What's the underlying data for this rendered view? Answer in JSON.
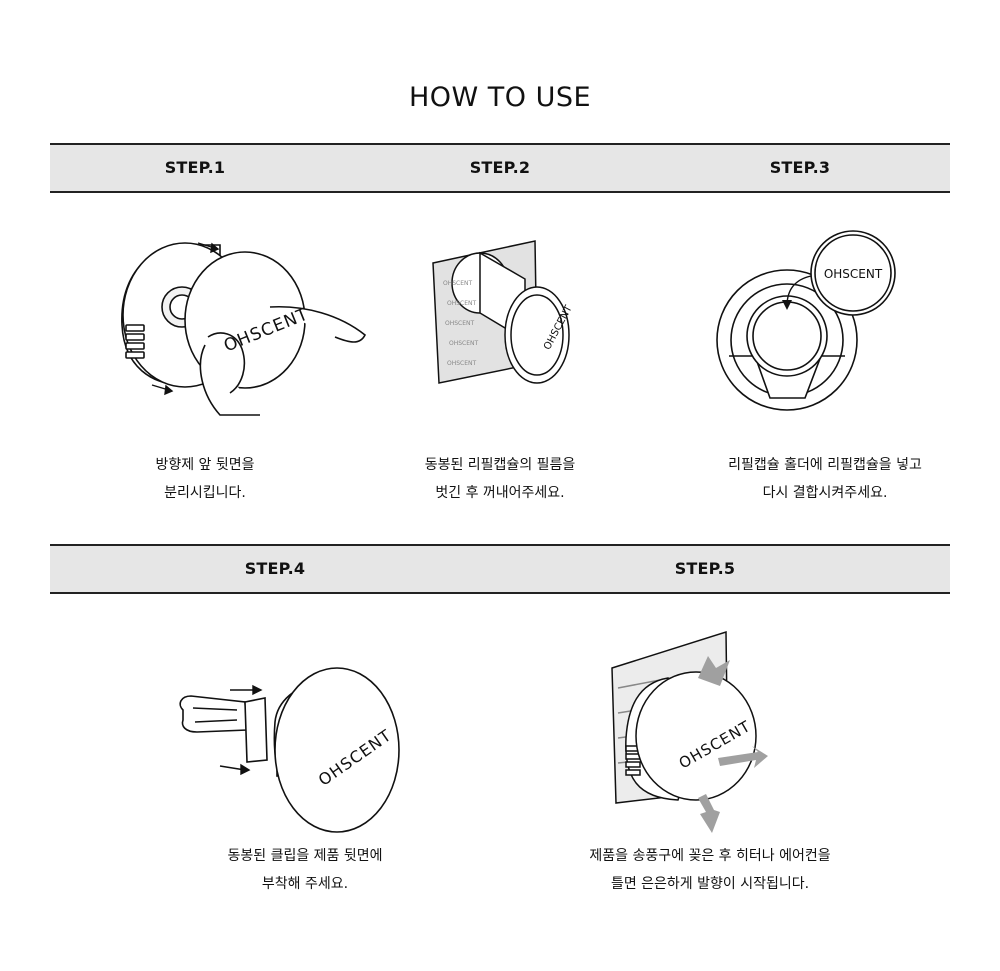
{
  "title": "HOW TO USE",
  "steps": [
    {
      "label": "STEP.1",
      "lines": [
        "방향제 앞 뒷면을",
        "분리시킵니다."
      ],
      "brand": "OHSCENT"
    },
    {
      "label": "STEP.2",
      "lines": [
        "동봉된 리필캡슐의 필름을",
        "벗긴 후 꺼내어주세요."
      ],
      "brand": "OHSCENT"
    },
    {
      "label": "STEP.3",
      "lines": [
        "리필캡슐 홀더에 리필캡슐을 넣고",
        "다시 결합시켜주세요."
      ],
      "brand": "OHSCENT"
    },
    {
      "label": "STEP.4",
      "lines": [
        "동봉된 클립을 제품 뒷면에",
        "부착해 주세요."
      ],
      "brand": "OHSCENT"
    },
    {
      "label": "STEP.5",
      "lines": [
        "제품을 송풍구에 꽂은 후 히터나 에어컨을",
        "틀면 은은하게 발향이 시작됩니다."
      ],
      "brand": "OHSCENT"
    }
  ],
  "colors": {
    "band": "#e6e6e6",
    "line": "#222222",
    "arrow_gray": "#9a9a9a"
  }
}
